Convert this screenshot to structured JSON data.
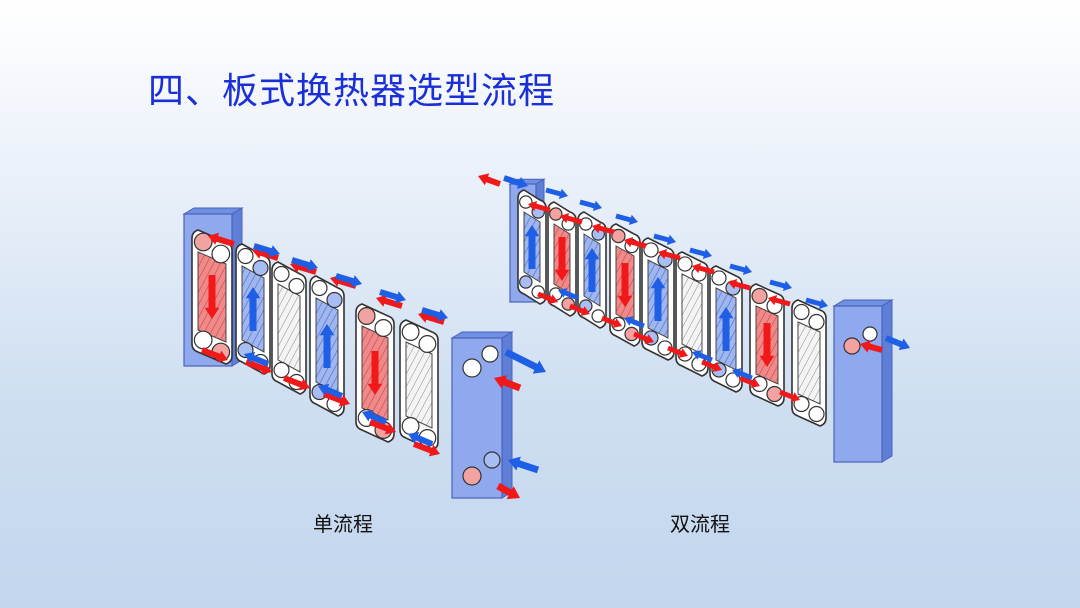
{
  "slide": {
    "title": "四、板式换热器选型流程",
    "labels": {
      "single_pass": "单流程",
      "double_pass": "双流程"
    }
  },
  "colors": {
    "hot": "#f01818",
    "cold": "#1f5fe6",
    "frame_plate": "#8fa8ee",
    "plate_hot": "#ee7878",
    "plate_cold": "#8aa6e8",
    "plate_plain": "#f2f2f2"
  },
  "diagrams": {
    "single_pass": {
      "plates": [
        "frame",
        "hot",
        "cold",
        "plain",
        "cold",
        "hot",
        "plain",
        "pressure_plate"
      ]
    },
    "double_pass": {
      "plates": [
        "frame",
        "cold",
        "hot",
        "cold",
        "hot",
        "cold",
        "plain",
        "cold",
        "hot",
        "plain",
        "pressure_plate"
      ]
    }
  }
}
